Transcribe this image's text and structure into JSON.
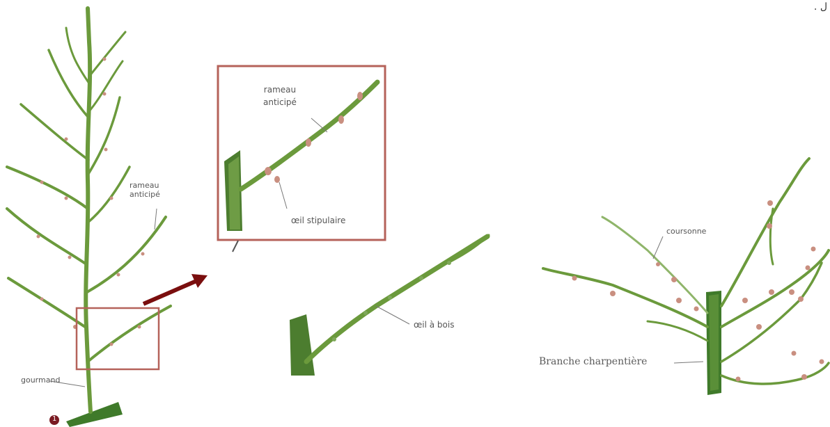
{
  "labels": {
    "rameau_left_line1": "rameau",
    "rameau_left_line2": "anticipé",
    "gourmand": "gourmand",
    "figure_number": "1",
    "rameau_inset_line1": "rameau",
    "rameau_inset_line2": "anticipé",
    "oeil_stipulaire": "œil stipulaire",
    "oeil_a_bois": "œil à bois",
    "coursonne": "coursonne",
    "branche_charpentiere": "Branche charpentière",
    "corner_mark": ". ل"
  },
  "colors": {
    "stem": "#6b9a3c",
    "stem_dark": "#3f6b22",
    "bud": "#c98f80",
    "frame": "#b5625a",
    "arrow": "#7a0e0e"
  }
}
